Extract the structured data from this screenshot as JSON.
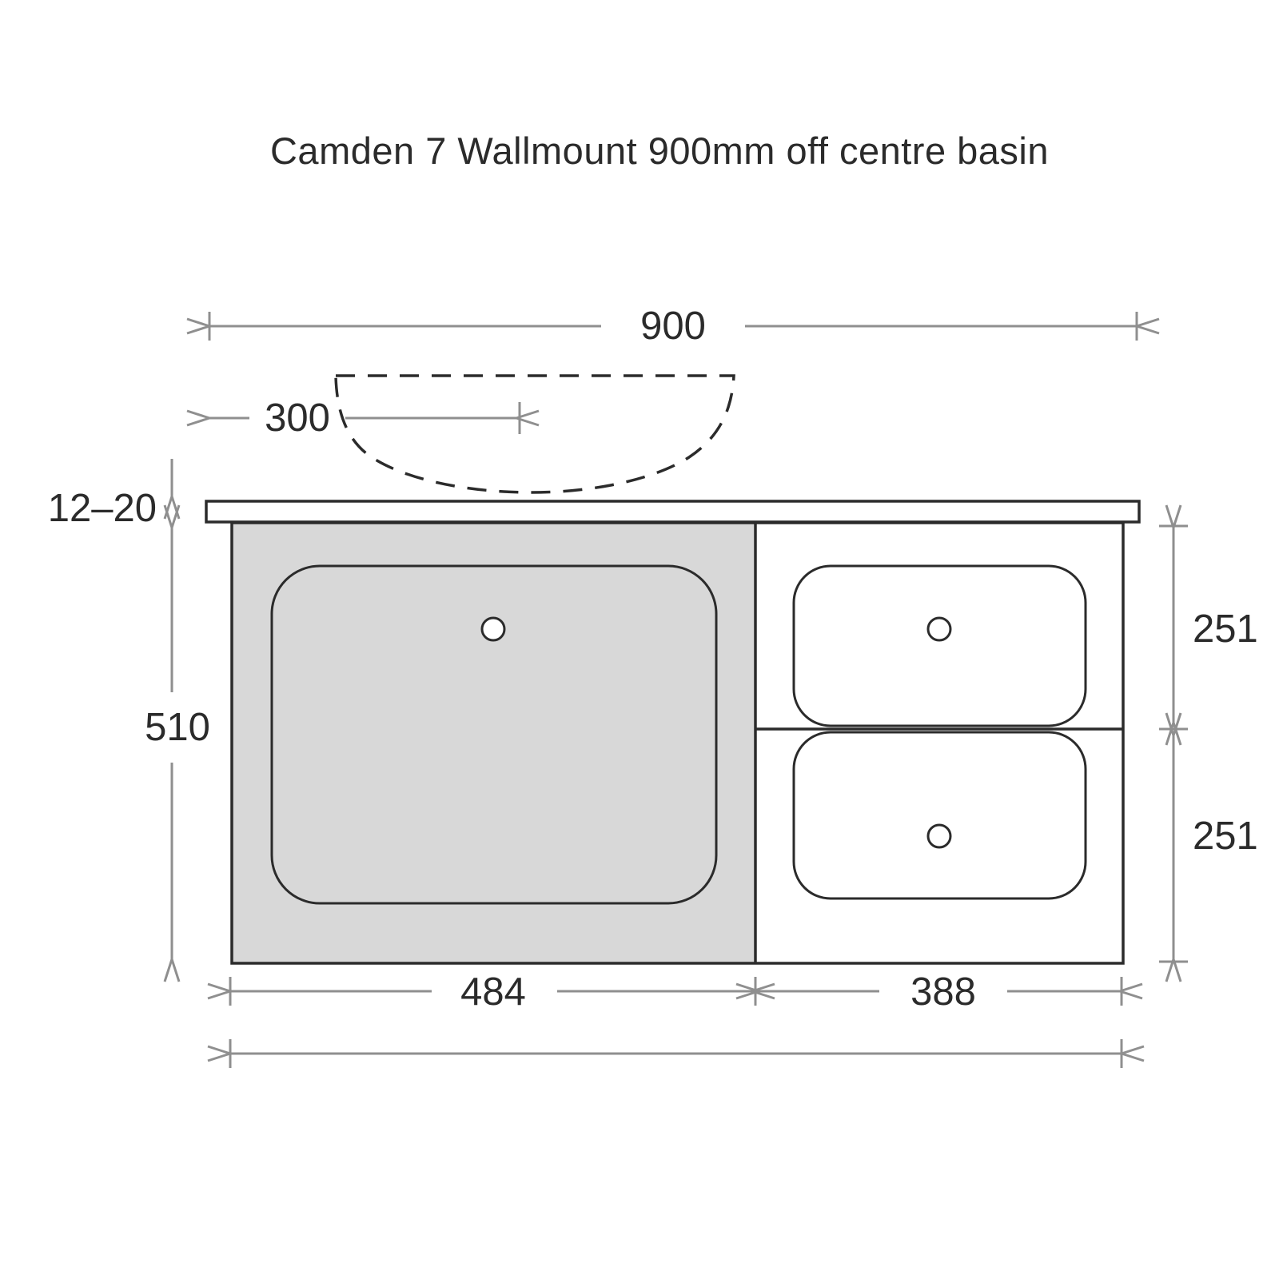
{
  "title": "Camden 7 Wallmount 900mm off centre basin",
  "dims": {
    "overall_width": "900",
    "basin_centre_offset": "300",
    "benchtop_thickness": "12–20",
    "cabinet_height": "510",
    "door_width": "484",
    "drawers_width": "388",
    "top_drawer_height": "251",
    "bottom_drawer_height": "251"
  },
  "colors": {
    "line_dark": "#2b2b2b",
    "dimension_gray": "#8f8f8f",
    "door_fill": "#d8d8d8",
    "background": "#ffffff"
  }
}
